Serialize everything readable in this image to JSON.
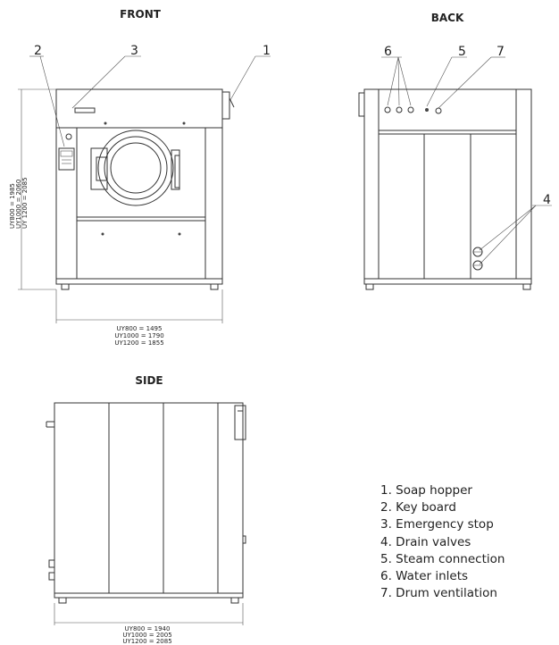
{
  "views": {
    "front": "FRONT",
    "back": "BACK",
    "side": "SIDE"
  },
  "callouts": {
    "soap_hopper": "1",
    "key_board": "2",
    "emergency_stop": "3",
    "drain_valves": "4",
    "steam_connection": "5",
    "water_inlets": "6",
    "drum_ventilation": "7"
  },
  "dimensions": {
    "height": [
      "UY800  = 1985",
      "UY1000 = 2060",
      "UY 1200 = 2085"
    ],
    "width": [
      "UY800   = 1495",
      "UY1000 = 1790",
      "UY1200 = 1855"
    ],
    "depth": [
      "UY800   = 1940",
      "UY1000 = 2005",
      "UY1200 = 2085"
    ]
  },
  "legend": [
    "1. Soap hopper",
    "2. Key board",
    "3. Emergency stop",
    "4. Drain valves",
    "5. Steam connection",
    "6. Water inlets",
    "7. Drum ventilation"
  ]
}
